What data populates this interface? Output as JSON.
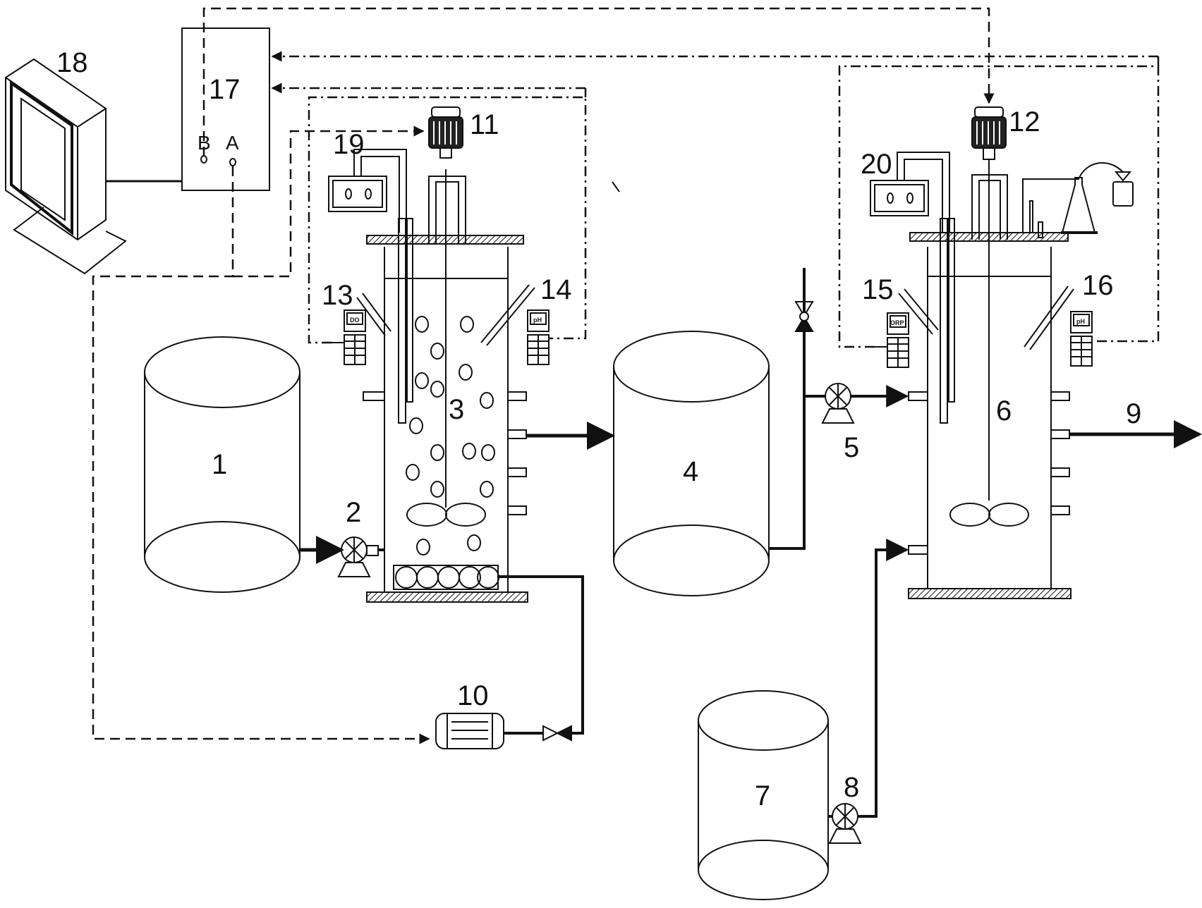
{
  "labels": {
    "n1": "1",
    "n2": "2",
    "n3": "3",
    "n4": "4",
    "n5": "5",
    "n6": "6",
    "n7": "7",
    "n8": "8",
    "n9": "9",
    "n10": "10",
    "n11": "11",
    "n12": "12",
    "n13": "13",
    "n14": "14",
    "n15": "15",
    "n16": "16",
    "n17": "17",
    "n18": "18",
    "n19": "19",
    "n20": "20"
  },
  "controller": {
    "port_a": "A",
    "port_b": "B"
  },
  "meters": {
    "do": "DO",
    "ph": "pH",
    "orp": "ORP"
  },
  "colors": {
    "ink": "#111111",
    "paper": "#ffffff"
  }
}
